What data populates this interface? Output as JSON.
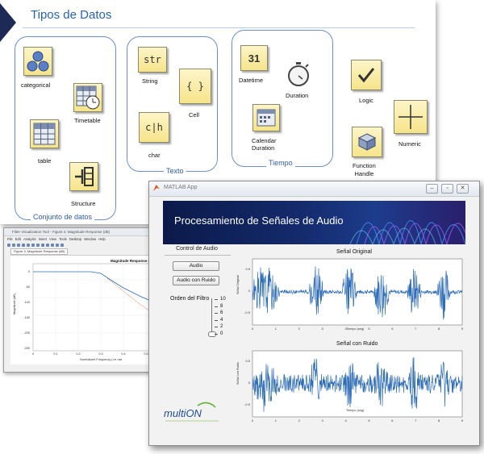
{
  "slide": {
    "title": "Tipos de Datos",
    "groups": {
      "conjunto": "Conjunto de datos",
      "texto": "Texto",
      "tiempo": "Tiempo"
    },
    "types": {
      "categorical": "categorical",
      "timetable": "Timetable",
      "table": "table",
      "structure": "Structure",
      "string": "String",
      "string_icon": "str",
      "cell": "Cell",
      "cell_icon": "{ }",
      "char": "char",
      "char_icon": "c|h",
      "datetime": "Datetime",
      "datetime_icon": "31",
      "duration": "Duration",
      "calendar_duration": "Calendar\nDuration",
      "logic": "Logic",
      "numeric": "Numeric",
      "function_handle": "Function\nHandle"
    }
  },
  "filter_window": {
    "title": "Filter Visualization Tool - Figure 4: Magnitude Response (dB)",
    "menu": [
      "File",
      "Edit",
      "Analysis",
      "Insert",
      "View",
      "Tools",
      "Desktop",
      "Window",
      "Help"
    ],
    "tab": "Figure 4: Magnitude Response (dB)",
    "plot_title": "Magnitude Response (",
    "ylabel": "Magnitude (dB)",
    "xlabel": "Normalized Frequency (×π rad",
    "yticks": [
      "0",
      "-50",
      "-100",
      "-150",
      "-200",
      "-250"
    ],
    "xticks": [
      "0",
      "0.1",
      "0.2",
      "0.3",
      "0.4",
      "0.5"
    ]
  },
  "app": {
    "window_title": "MATLAB App",
    "banner_title": "Procesamiento de Señales de Audio",
    "control_title": "Control de Audio",
    "btn_audio": "Audio",
    "btn_audio_ruido": "Audio con Ruido",
    "filter_order_label": "Orden del Filtro",
    "slider_ticks": [
      "10",
      "8",
      "6",
      "4",
      "2",
      "0"
    ],
    "filter_order_value": 0,
    "logo_text": "multiON",
    "plot1": {
      "title": "Señal Original",
      "xlabel": "Tiempo (seg)",
      "ylabel": "Señal Original",
      "yticks": [
        "0.5",
        "0",
        "-0.5"
      ],
      "xticks": [
        "0",
        "1",
        "2",
        "3",
        "4",
        "5",
        "6",
        "7",
        "8",
        "9"
      ]
    },
    "plot2": {
      "title": "Señal con Ruido",
      "xlabel": "Tiempo (seg)",
      "ylabel": "Señal con Ruido",
      "yticks": [
        "0.5",
        "0",
        "-0.5"
      ],
      "xticks": [
        "0",
        "1",
        "2",
        "3",
        "4",
        "5",
        "6",
        "7",
        "8",
        "9"
      ]
    },
    "colors": {
      "signal": "#2f6db5",
      "banner": "#0b1a4a"
    }
  }
}
